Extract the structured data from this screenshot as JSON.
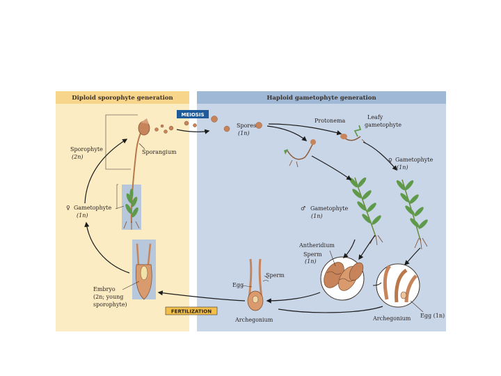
{
  "headers": {
    "diploid": "Diploid sporophyte generation",
    "haploid": "Haploid gametophyte generation"
  },
  "stages": {
    "meiosis": "MEIOSIS",
    "fertilization": "FERTILIZATION"
  },
  "labels": {
    "sporophyte": "Sporophyte",
    "sporophyte_ploidy": "(2n)",
    "sporangium": "Sporangium",
    "gametophyte_left": "Gametophyte",
    "gametophyte_left_ploidy": "(1n)",
    "embryo": "Embryo",
    "embryo_sub1": "(2n; young",
    "embryo_sub2": "sporophyte)",
    "spores": "Spores",
    "spores_ploidy": "(1n)",
    "protonema": "Protonema",
    "leafy1": "Leafy",
    "leafy2": "gametophyte",
    "female_gametophyte": "Gametophyte",
    "female_gametophyte_ploidy": "(1n)",
    "male_gametophyte": "Gametophyte",
    "male_gametophyte_ploidy": "(1n)",
    "antheridium": "Antheridium",
    "sperm_in": "Sperm",
    "sperm_in_ploidy": "(1n)",
    "egg_left": "Egg",
    "sperm_mid": "Sperm",
    "archegonium_mid": "Archegonium",
    "archegonium_right": "Archegonium",
    "egg_right": "Egg (1n)"
  },
  "symbols": {
    "female": "♀",
    "male": "♂"
  },
  "colors": {
    "diploid_bg": "#fbecc4",
    "diploid_header": "#f7d58a",
    "haploid_bg": "#c9d6e8",
    "haploid_header": "#9fb8d6",
    "meiosis_box": "#1f5a9a",
    "fertilization_box": "#f2c04a",
    "tissue": "#c7835a",
    "leaf_green": "#5f9a4a"
  }
}
